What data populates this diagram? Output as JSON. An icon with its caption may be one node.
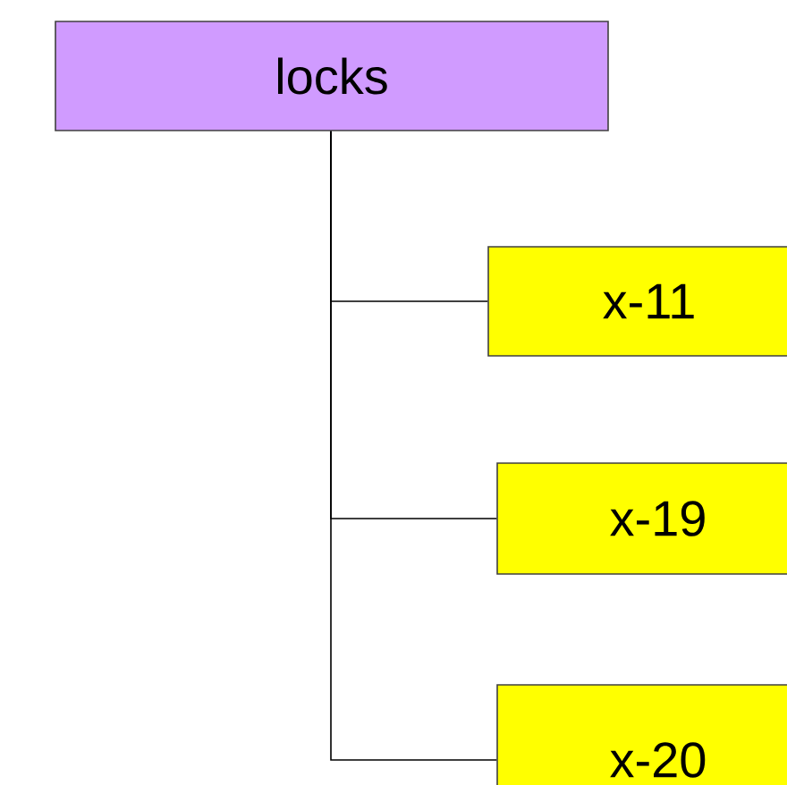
{
  "diagram": {
    "nodes": [
      {
        "text": [
          "locks"
        ]
      },
      {
        "text": [
          "x-11"
        ]
      },
      {
        "text": [
          "x-19"
        ]
      },
      {
        "text": [
          "x-20"
        ]
      }
    ],
    "edges": [
      {
        "from": 0,
        "to": 1,
        "arrow": "none"
      },
      {
        "from": 0,
        "to": 2,
        "arrow": "none"
      },
      {
        "from": 0,
        "to": 3,
        "arrow": "none"
      }
    ]
  }
}
